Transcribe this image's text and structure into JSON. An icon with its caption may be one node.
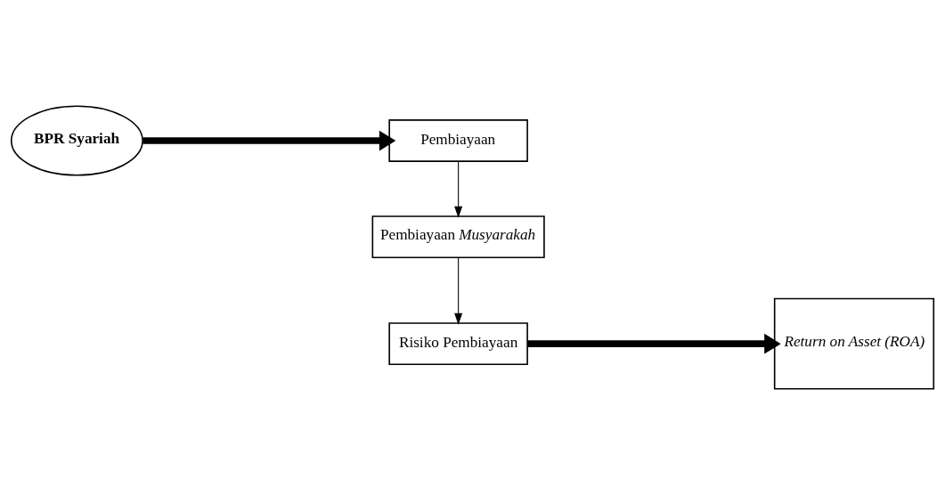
{
  "diagram": {
    "nodes": [
      {
        "text": [
          "BPR Syariah"
        ]
      },
      {
        "text": [
          "Pembiayaan"
        ]
      },
      {
        "text": [
          "Pembiayaan *Musyarakah*"
        ]
      },
      {
        "text": [
          "Risiko Pembiayaan"
        ]
      },
      {
        "text": [
          "Return on Asset (ROA)"
        ]
      }
    ],
    "edges": [
      {
        "from": 0,
        "to": 1,
        "arrow": "to",
        "style": "thick"
      },
      {
        "from": 1,
        "to": 2,
        "arrow": "to"
      },
      {
        "from": 2,
        "to": 3,
        "arrow": "to"
      },
      {
        "from": 3,
        "to": 4,
        "arrow": "to",
        "style": "thick"
      }
    ]
  }
}
